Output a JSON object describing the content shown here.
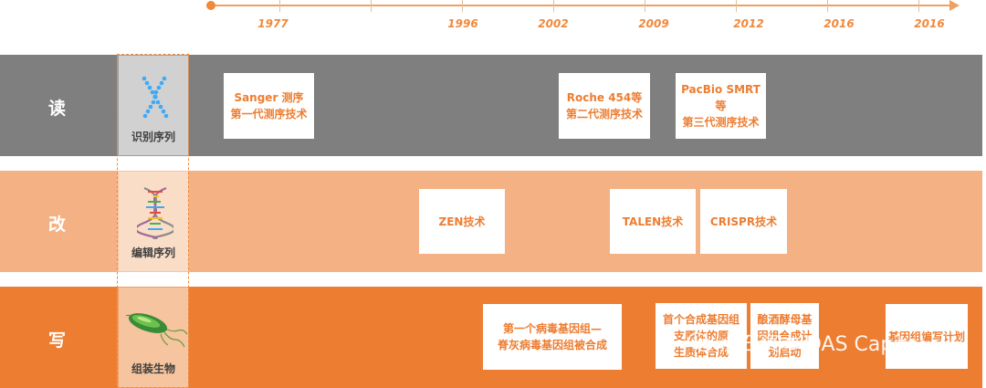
{
  "timeline": {
    "years": [
      "1977",
      "1996",
      "2002",
      "2009",
      "2012",
      "2016",
      "2016"
    ]
  },
  "rows": [
    {
      "label": "读",
      "category": "识别序列"
    },
    {
      "label": "改",
      "category": "编辑序列"
    },
    {
      "label": "写",
      "category": "组装生物"
    }
  ],
  "events": {
    "read": [
      {
        "line1": "Sanger 测序",
        "line2": "第一代测序技术"
      },
      {
        "line1": "Roche 454等",
        "line2": "第二代测序技术"
      },
      {
        "line1": "PacBio SMRT等",
        "line2": "第三代测序技术"
      }
    ],
    "edit": [
      {
        "line1": "ZEN技术"
      },
      {
        "line1": "TALEN技术"
      },
      {
        "line1": "CRISPR技术"
      }
    ],
    "write": [
      {
        "line1": "第一个病毒基因组—",
        "line2": "脊灰病毒基因组被合成"
      },
      {
        "line1": "首个合成基因组",
        "line2": "支原体的原",
        "line3": "生质体合成"
      },
      {
        "line1": "酿酒酵母基",
        "line2": "因组合成计",
        "line3": "划启动"
      },
      {
        "line1": "基因组编写计划"
      }
    ]
  },
  "watermark": {
    "text": "点石资本 DAS Capital"
  },
  "colors": {
    "accent": "#ed7d31",
    "read_band": "#7f7f7f",
    "edit_band": "#f4b183",
    "write_band": "#ed7d31"
  }
}
